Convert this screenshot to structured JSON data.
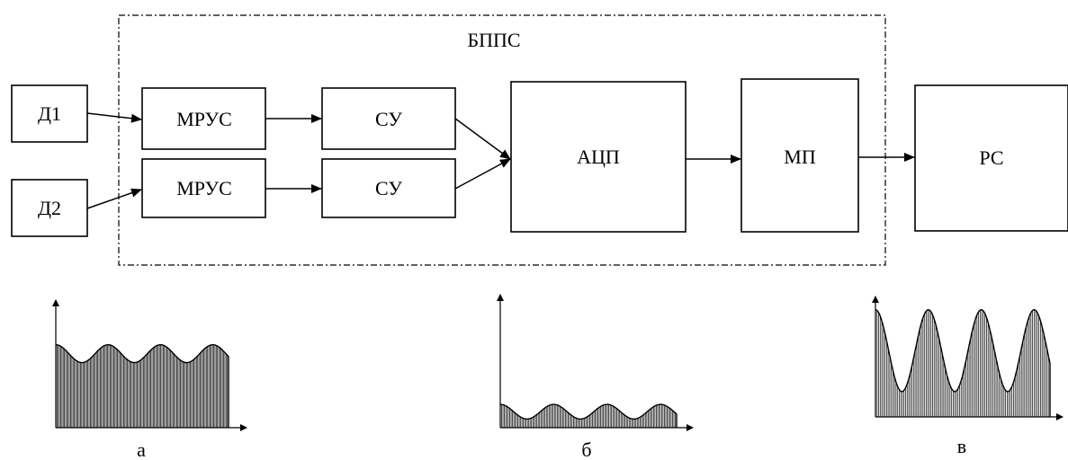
{
  "diagram": {
    "group_label": "БППС",
    "blocks": {
      "d1": "Д1",
      "d2": "Д2",
      "mrus1": "МРУС",
      "mrus2": "МРУС",
      "su1": "СУ",
      "su2": "СУ",
      "adc": "АЦП",
      "mp": "МП",
      "rs": "РС"
    }
  },
  "signals": [
    {
      "caption": "а",
      "base": 0.58,
      "amp": 0.07,
      "trend": 0.0,
      "cycles": 3.3,
      "density": 140
    },
    {
      "caption": "б",
      "base": 0.12,
      "amp": 0.055,
      "trend": 0.0,
      "cycles": 3.3,
      "density": 130
    },
    {
      "caption": "в",
      "base": 0.55,
      "amp": 0.34,
      "trend": 0.0,
      "cycles": 3.3,
      "density": 110
    }
  ]
}
